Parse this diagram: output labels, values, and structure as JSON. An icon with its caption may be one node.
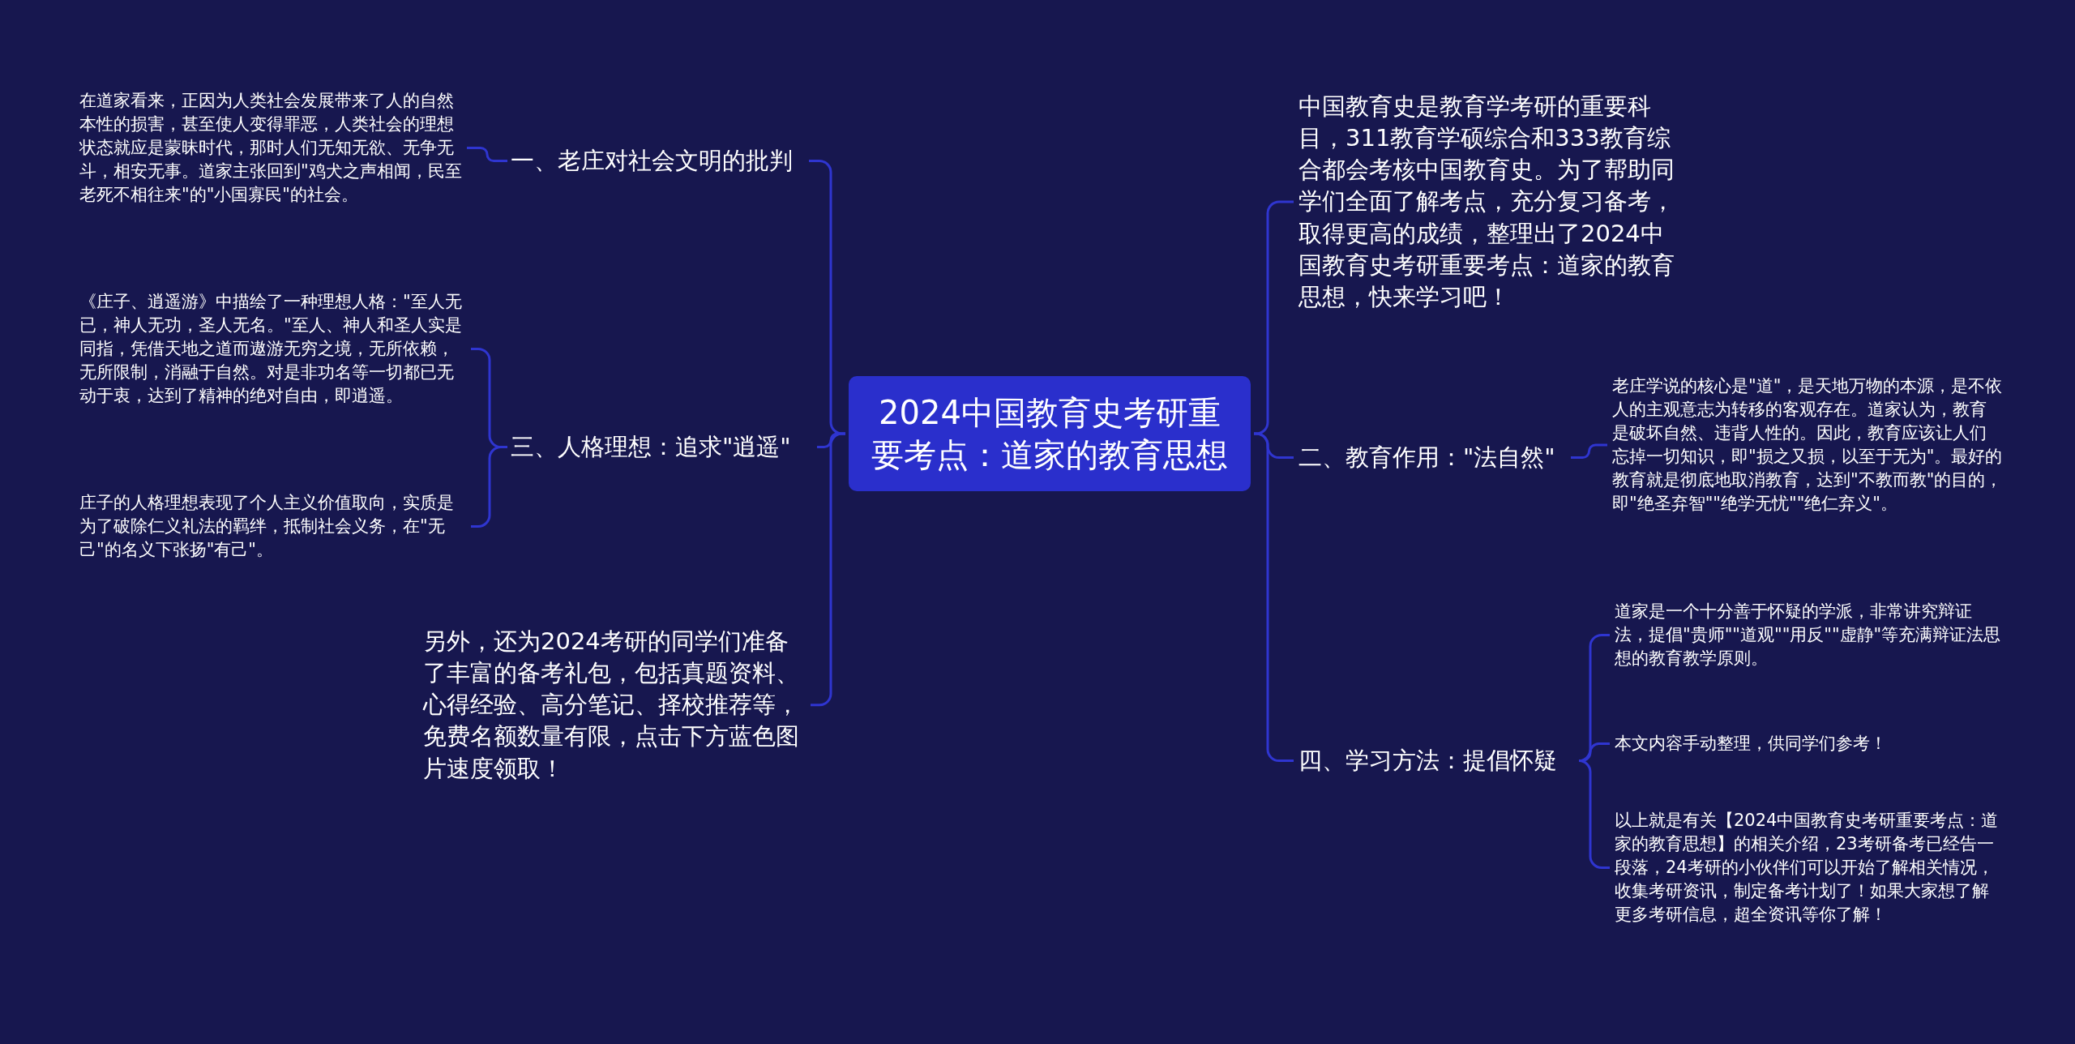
{
  "diagram": {
    "nodes": [
      {
        "text": [
          "2024中国教育史考研重要考点：道家的教育思想"
        ]
      },
      {
        "text": [
          "中国教育史是教育学考研的重要科目，311教育学硕综合和333教育综合都会考核中国教育史。为了帮助同学们全面了解考点，充分复习备考，取得更高的成绩，整理出了2024中国教育史考研重要考点：道家的教育思想，快来学习吧！"
        ]
      },
      {
        "text": [
          "二、教育作用：\"法自然\""
        ]
      },
      {
        "text": [
          "老庄学说的核心是\"道\"，是天地万物的本源，是不依人的主观意志为转移的客观存在。道家认为，教育是破坏自然、违背人性的。因此，教育应该让人们忘掉一切知识，即\"损之又损，以至于无为\"。最好的教育就是彻底地取消教育，达到\"不教而教\"的目的，即\"绝圣弃智\"\"绝学无忧\"\"绝仁弃义\"。"
        ]
      },
      {
        "text": [
          "四、学习方法：提倡怀疑"
        ]
      },
      {
        "text": [
          "道家是一个十分善于怀疑的学派，非常讲究辩证法，提倡\"贵师\"\"道观\"\"用反\"\"虚静\"等充满辩证法思想的教育教学原则。"
        ]
      },
      {
        "text": [
          "本文内容手动整理，供同学们参考！"
        ]
      },
      {
        "text": [
          "以上就是有关【2024中国教育史考研重要考点：道家的教育思想】的相关介绍，23考研备考已经告一段落，24考研的小伙伴们可以开始了解相关情况，收集考研资讯，制定备考计划了！如果大家想了解更多考研信息，超全资讯等你了解！"
        ]
      },
      {
        "text": [
          "一、老庄对社会文明的批判"
        ]
      },
      {
        "text": [
          "在道家看来，正因为人类社会发展带来了人的自然本性的损害，甚至使人变得罪恶，人类社会的理想状态就应是蒙昧时代，那时人们无知无欲、无争无斗，相安无事。道家主张回到\"鸡犬之声相闻，民至老死不相往来\"的\"小国寡民\"的社会。"
        ]
      },
      {
        "text": [
          "三、人格理想：追求\"逍遥\""
        ]
      },
      {
        "text": [
          "《庄子、逍遥游》中描绘了一种理想人格：\"至人无已，神人无功，圣人无名。\"至人、神人和圣人实是同指，凭借天地之道而遨游无穷之境，无所依赖，无所限制，消融于自然。对是非功名等一切都已无动于衷，达到了精神的绝对自由，即逍遥。"
        ]
      },
      {
        "text": [
          "庄子的人格理想表现了个人主义价值取向，实质是为了破除仁义礼法的羁绊，抵制社会义务，在\"无己\"的名义下张扬\"有己\"。"
        ]
      },
      {
        "text": [
          "另外，还为2024考研的同学们准备了丰富的备考礼包，包括真题资料、心得经验、高分笔记、择校推荐等，免费名额数量有限，点击下方蓝色图片速度领取！"
        ]
      }
    ],
    "edges": [
      {
        "from": 0,
        "to": 1,
        "arrow": "none"
      },
      {
        "from": 0,
        "to": 2,
        "arrow": "none"
      },
      {
        "from": 2,
        "to": 3,
        "arrow": "none"
      },
      {
        "from": 0,
        "to": 4,
        "arrow": "none"
      },
      {
        "from": 4,
        "to": 5,
        "arrow": "none"
      },
      {
        "from": 4,
        "to": 6,
        "arrow": "none"
      },
      {
        "from": 4,
        "to": 7,
        "arrow": "none"
      },
      {
        "from": 0,
        "to": 8,
        "arrow": "none"
      },
      {
        "from": 8,
        "to": 9,
        "arrow": "none"
      },
      {
        "from": 0,
        "to": 10,
        "arrow": "none"
      },
      {
        "from": 10,
        "to": 11,
        "arrow": "none"
      },
      {
        "from": 10,
        "to": 12,
        "arrow": "none"
      },
      {
        "from": 0,
        "to": 13,
        "arrow": "none"
      }
    ]
  }
}
